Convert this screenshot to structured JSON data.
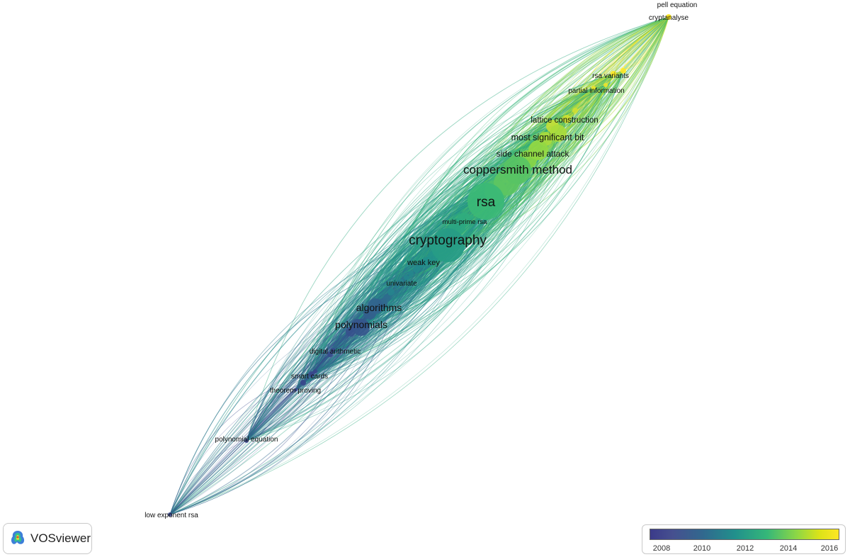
{
  "brand": {
    "name": "VOSviewer",
    "icon": "vosviewer-logo-icon"
  },
  "legend": {
    "ticks": [
      "2008",
      "2010",
      "2012",
      "2014",
      "2016"
    ],
    "colors": [
      "#3b3b8a",
      "#31688e",
      "#21908c",
      "#35b779",
      "#8fd744",
      "#fde725"
    ]
  },
  "nodes": [
    {
      "label": "pell equation",
      "year": 2017.0
    },
    {
      "label": "cryptanalyse",
      "year": 2017.0
    },
    {
      "label": "rsa variants",
      "year": 2016.8
    },
    {
      "label": "partial information",
      "year": 2016.5
    },
    {
      "label": "lattice construction",
      "year": 2016.0
    },
    {
      "label": "most significant bit",
      "year": 2015.4
    },
    {
      "label": "side channel attack",
      "year": 2015.0
    },
    {
      "label": "coppersmith method",
      "year": 2013.8
    },
    {
      "label": "rsa",
      "year": 2013.2
    },
    {
      "label": "multi-prime rsa",
      "year": 2012.6
    },
    {
      "label": "cryptography",
      "year": 2011.8
    },
    {
      "label": "weak key",
      "year": 2011.0
    },
    {
      "label": "univariate",
      "year": 2010.6
    },
    {
      "label": "algorithms",
      "year": 2009.2
    },
    {
      "label": "polynomials",
      "year": 2008.6
    },
    {
      "label": "digital arithmetic",
      "year": 2008.2
    },
    {
      "label": "smart cards",
      "year": 2008.0
    },
    {
      "label": "theorem proving",
      "year": 2008.0
    },
    {
      "label": "polynomial equation",
      "year": 2008.0
    },
    {
      "label": "low exponent rsa",
      "year": 2008.0
    }
  ]
}
